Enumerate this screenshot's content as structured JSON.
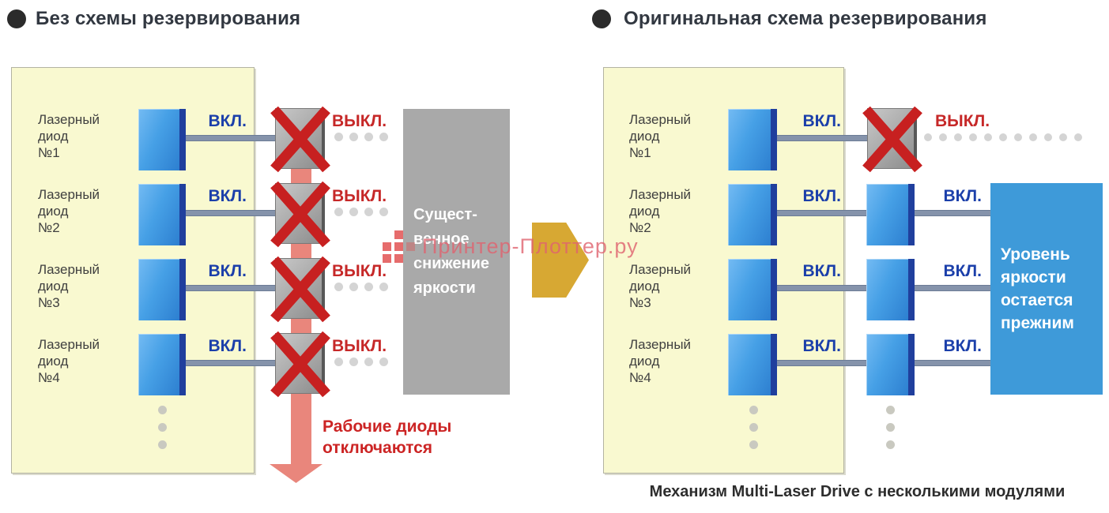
{
  "header_left": {
    "title": "Без схемы резервирования"
  },
  "header_right": {
    "title": "Оригинальная схема резервирования"
  },
  "left_panel": {
    "diodes": [
      "Лазерный\nдиод\n№1",
      "Лазерный\nдиод\n№2",
      "Лазерный\nдиод\n№3",
      "Лазерный\nдиод\n№4"
    ],
    "on_label": "ВКЛ.",
    "off_label": "ВЫКЛ.",
    "result_text": "Сущест-\nвенное\nснижение\nяркости",
    "warning_text": "Рабочие диоды\nотключаются"
  },
  "right_panel": {
    "diodes": [
      "Лазерный\nдиод\n№1",
      "Лазерный\nдиод\n№2",
      "Лазерный\nдиод\n№3",
      "Лазерный\nдиод\n№4"
    ],
    "on_label": "ВКЛ.",
    "off_label": "ВЫКЛ.",
    "result_text": "Уровень\nяркости\nостается\nпрежним",
    "caption": "Механизм Multi-Laser Drive с несколькими модулями"
  },
  "watermark": {
    "text": "Принтер-Плоттер.ру"
  },
  "colors": {
    "panel_yellow": "#f9f9d0",
    "diode_blue": "#2f86d6",
    "diode_edge_navy": "#203f9d",
    "on_text_blue": "#1b3faa",
    "off_text_red": "#c62828",
    "x_mark_red": "#c72020",
    "fault_arrow_salmon": "#e9867c",
    "transition_gold": "#d7a833",
    "result_gray": "#a9a9a9",
    "result_blue": "#3e9ad9",
    "watermark_pink": "#e0636f"
  }
}
